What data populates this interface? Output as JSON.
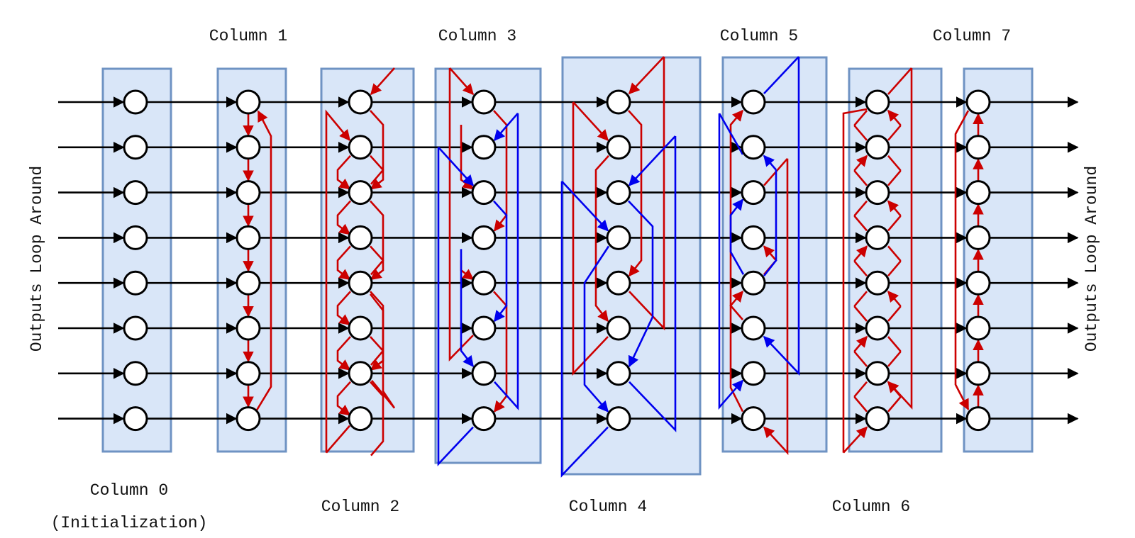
{
  "columns": [
    {
      "title": "Column 0",
      "subtitle": "(Initialization)"
    },
    {
      "title": "Column 1"
    },
    {
      "title": "Column 2"
    },
    {
      "title": "Column 3"
    },
    {
      "title": "Column 4"
    },
    {
      "title": "Column 5"
    },
    {
      "title": "Column 6"
    },
    {
      "title": "Column 7"
    }
  ],
  "side_label_left": "Outputs Loop Around",
  "side_label_right": "Outputs Loop Around",
  "rows_per_column": 8,
  "colors": {
    "box_fill": "#d9e6f8",
    "box_stroke": "#6f93c3",
    "red": "#cc0000",
    "blue": "#0000ee",
    "black": "#000000"
  }
}
